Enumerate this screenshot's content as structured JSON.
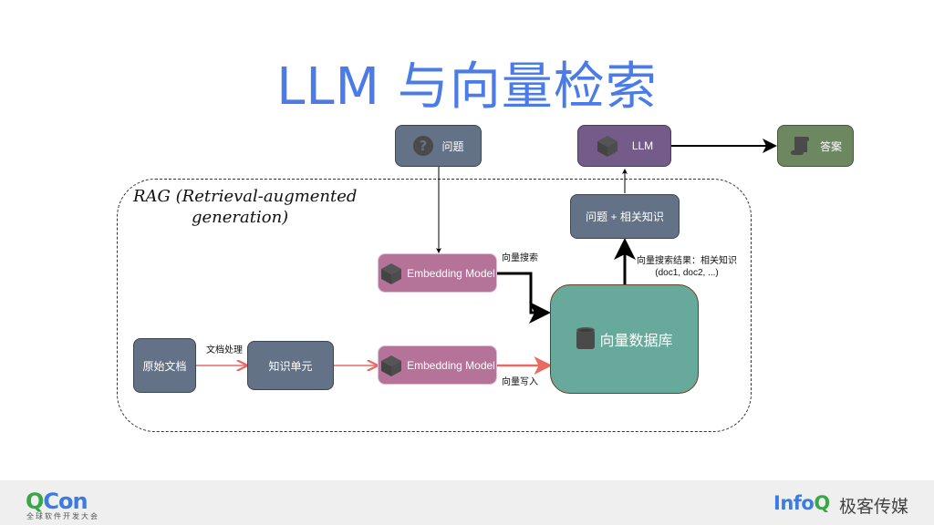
{
  "title": "LLM 与向量检索",
  "rag_label": {
    "line1": "RAG (Retrieval-augmented",
    "line2": "generation)"
  },
  "nodes": {
    "question": {
      "label": "问题",
      "icon": "question-circle-icon",
      "color": "#637286"
    },
    "llm": {
      "label": "LLM",
      "icon": "cube-icon",
      "color": "#755b8a"
    },
    "answer": {
      "label": "答案",
      "icon": "scroll-icon",
      "color": "#6d8761"
    },
    "question_plus_knowledge": {
      "label": "问题 + 相关知识",
      "color": "#637286"
    },
    "embedding_search": {
      "label": "Embedding Model",
      "icon": "cube-icon",
      "color": "#b57399"
    },
    "embedding_write": {
      "label": "Embedding Model",
      "icon": "cube-icon",
      "color": "#b57399"
    },
    "raw_docs": {
      "label": "原始文档",
      "color": "#637286"
    },
    "knowledge_units": {
      "label": "知识单元",
      "color": "#637286"
    },
    "vector_db": {
      "label": "向量数据库",
      "icon": "database-icon",
      "color": "#67aa9c"
    }
  },
  "edge_labels": {
    "vector_search": "向量搜索",
    "search_results_line1": "向量搜索结果：相关知识",
    "search_results_line2": "(doc1, doc2, ...)",
    "doc_processing": "文档处理",
    "vector_write": "向量写入"
  },
  "colors": {
    "title": "#4a7be6",
    "write_arrow": "#e86a63",
    "flow_arrow": "#000000"
  },
  "footer": {
    "qcon_q": "Q",
    "qcon_rest": "Con",
    "qcon_subtitle": "全球软件开发大会",
    "infoq_info": "Info",
    "infoq_q": "Q",
    "geek": "极客传媒"
  }
}
